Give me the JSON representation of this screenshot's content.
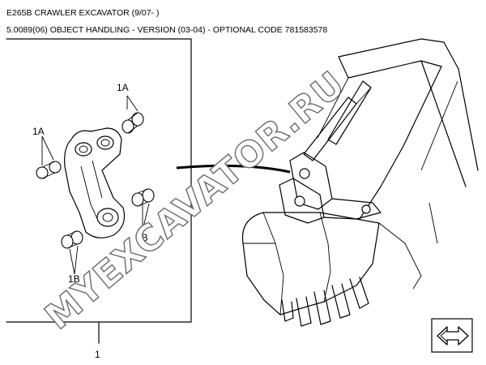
{
  "header": {
    "title": "E265B CRAWLER EXCAVATOR (9/07- )",
    "subtitle": "5.0089(06) OBJECT HANDLING - VERSION (03-04) - OPTIONAL CODE 781583578"
  },
  "callouts": {
    "top_right_1a": "1A",
    "left_1a": "1A",
    "right_1b": "1B",
    "left_1b": "1B",
    "assembly": "1"
  },
  "watermark": "MYEXCAVATOR.RU",
  "icons": {
    "nav": "double-arrow-right-icon"
  }
}
